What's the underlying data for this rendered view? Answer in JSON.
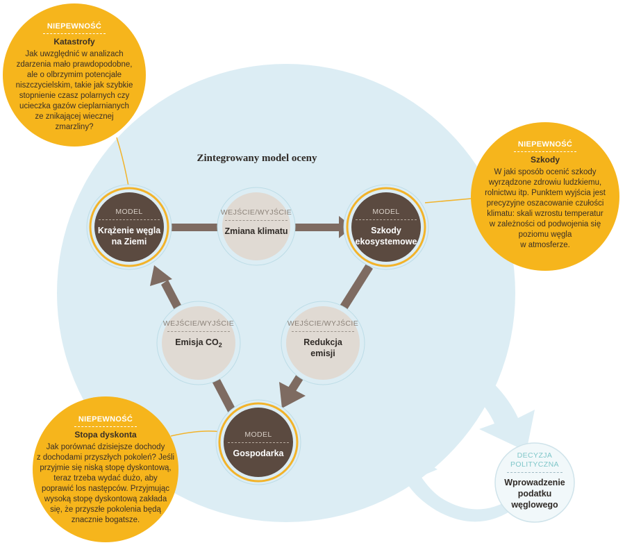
{
  "diagram_title": "Zintegrowany model oceny",
  "nodes": {
    "carbon_cycle": {
      "category": "MODEL",
      "name_line1": "Krążenie węgla",
      "name_line2": "na Ziemi"
    },
    "climate_change": {
      "category": "WEJŚCIE/WYJŚCIE",
      "name": "Zmiana klimatu"
    },
    "ecosystem_damage": {
      "category": "MODEL",
      "name_line1": "Szkody",
      "name_line2": "ekosystemowe"
    },
    "co2_emission": {
      "category": "WEJŚCIE/WYJŚCIE",
      "name": "Emisja CO",
      "name_sub": "2"
    },
    "emission_reduction": {
      "category": "WEJŚCIE/WYJŚCIE",
      "name_line1": "Redukcja",
      "name_line2": "emisji"
    },
    "economy": {
      "category": "MODEL",
      "name": "Gospodarka"
    }
  },
  "uncertainties": {
    "catastrophes": {
      "category": "NIEPEWNOŚĆ",
      "title": "Katastrofy",
      "lines": [
        "Jak uwzględnić w analizach",
        "zdarzenia mało prawdopodobne,",
        "ale o olbrzymim potencjale",
        "niszczycielskim, takie jak szybkie",
        "stopnienie czasz polarnych czy",
        "ucieczka gazów cieplarnianych",
        "ze znikającej wiecznej",
        "zmarzliny?"
      ]
    },
    "damages": {
      "category": "NIEPEWNOŚĆ",
      "title": "Szkody",
      "lines": [
        "W jaki sposób ocenić szkody",
        "wyrządzone zdrowiu ludzkiemu,",
        "rolnictwu itp. Punktem wyjścia jest",
        "precyzyjne oszacowanie czułości",
        "klimatu: skali wzrostu temperatur",
        "w zależności od podwojenia się",
        "poziomu węgla",
        "w atmosferze."
      ]
    },
    "discount_rate": {
      "category": "NIEPEWNOŚĆ",
      "title": "Stopa dyskonta",
      "lines": [
        "Jak porównać dzisiejsze dochody",
        "z dochodami przyszłych pokoleń? Jeśli",
        "przyjmie się niską stopę dyskontową,",
        "teraz trzeba wydać dużo, aby",
        "poprawić los następców. Przyjmując",
        "wysoką stopę dyskontową zakłada",
        "się, że przyszłe pokolenia będą",
        "znacznie bogatsze."
      ]
    }
  },
  "policy_decision": {
    "category_line1": "DECYZJA",
    "category_line2": "POLITYCZNA",
    "name_line1": "Wprowadzenie",
    "name_line2": "podatku",
    "name_line3": "węglowego"
  },
  "colors": {
    "yellow": "#f6b51c",
    "light_blue": "#dcedf4",
    "dark_node": "#5b4a40",
    "light_node": "#e0dad3",
    "arrow": "#7e6b61",
    "ring_yellow": "#f2b32a"
  }
}
